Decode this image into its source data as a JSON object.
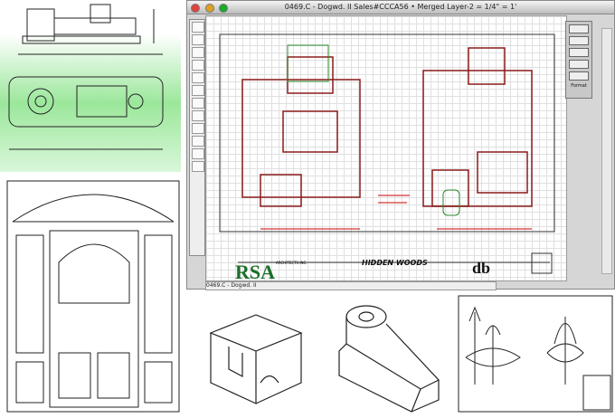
{
  "window": {
    "title": "0469.C - Dogwd. II Sales#CCCA56 • Merged Layer-2 = 1/4\" = 1'",
    "status": "0469.C - Dogwd. II",
    "palette_format_label": "Format"
  },
  "sheet": {
    "firm_logo": "RSA",
    "firm_name": "ARCHITECTS INC.",
    "project_title": "HIDDEN WOODS",
    "client_logo": "db"
  },
  "colors": {
    "plan_wall": "#8b1a1a",
    "annotation": "#cc0000",
    "car": "#2a8a2a",
    "mech_gradient": "#9be79b",
    "rsa_green": "#1c6e2b"
  },
  "icons": [
    "close-light",
    "minimize-light",
    "zoom-light",
    "pointer-tool-icon",
    "line-tool-icon",
    "rect-tool-icon",
    "circle-tool-icon",
    "text-tool-icon"
  ]
}
